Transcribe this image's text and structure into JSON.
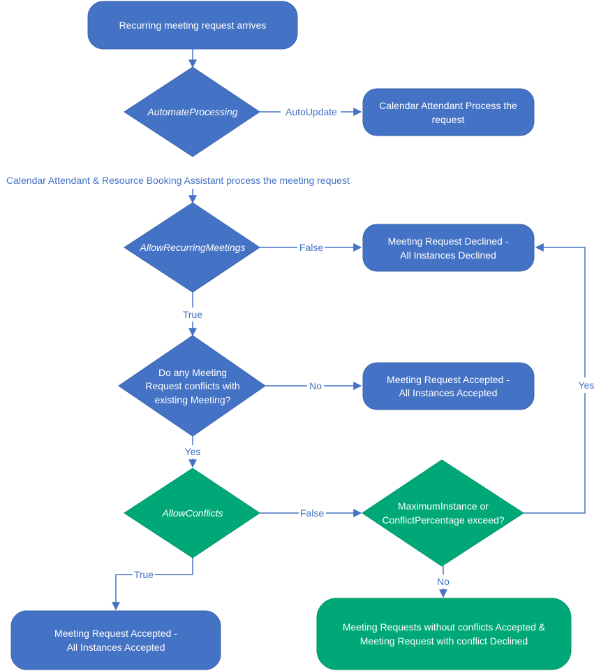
{
  "colors": {
    "blue": "#4472c4",
    "green": "#00a878",
    "line": "#4472c4",
    "background": "#ffffff"
  },
  "nodes": {
    "start": "Recurring meeting request arrives",
    "automate": "AutomateProcessing",
    "calendar_attendant": [
      "Calendar Attendant Process the",
      "request"
    ],
    "allow_recurring": "AllowRecurringMeetings",
    "declined_all": [
      "Meeting Request Declined -",
      "All Instances Declined"
    ],
    "conflicts_question": [
      "Do any Meeting",
      "Request conflicts with",
      "existing Meeting?"
    ],
    "accepted_all_right": [
      "Meeting Request Accepted  -",
      "All Instances Accepted"
    ],
    "allow_conflicts": "AllowConflicts",
    "max_instance": [
      "MaximumInstance or",
      "ConflictPercentage exceed?"
    ],
    "accepted_all_bottom": [
      "Meeting Request Accepted  -",
      "All Instances Accepted"
    ],
    "partial_accept": [
      "Meeting Requests without conflicts Accepted  &",
      "Meeting Request with conflict Declined"
    ]
  },
  "note": "Calendar Attendant & Resource Booking Assistant process the meeting request",
  "edges": {
    "autoupdate": "AutoUpdate",
    "recurring_false": "False",
    "recurring_true": "True",
    "conflicts_no": "No",
    "conflicts_yes": "Yes",
    "allow_conflicts_false": "False",
    "allow_conflicts_true": "True",
    "max_yes": "Yes",
    "max_no": "No"
  }
}
